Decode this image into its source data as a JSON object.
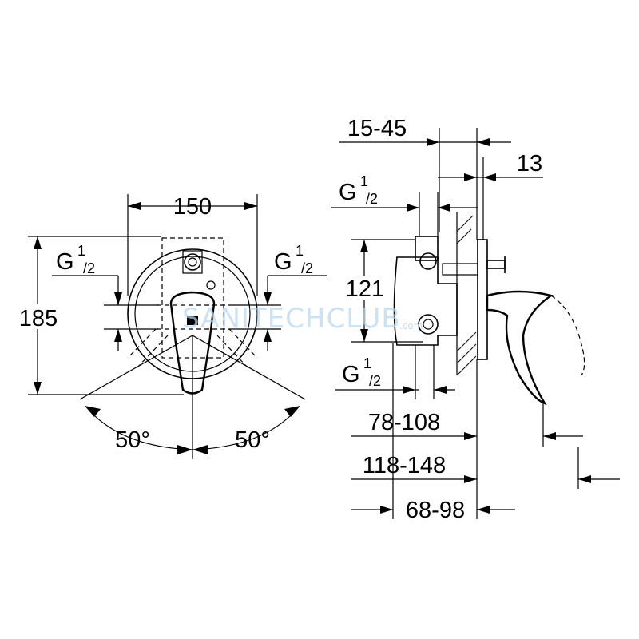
{
  "front_view": {
    "width_dim": "150",
    "height_dim": "185",
    "thread_left": {
      "main": "G",
      "sup": "1",
      "sub": "/2"
    },
    "thread_right": {
      "main": "G",
      "sup": "1",
      "sub": "/2"
    },
    "angle_left": "50°",
    "angle_right": "50°"
  },
  "side_view": {
    "wall_depth_dim": "15-45",
    "cover_dim": "13",
    "thread_top": {
      "main": "G",
      "sup": "1",
      "sub": "/2"
    },
    "thread_bottom": {
      "main": "G",
      "sup": "1",
      "sub": "/2"
    },
    "height_dim": "121",
    "depth_dim_1": "78-108",
    "depth_dim_2": "118-148",
    "depth_dim_3": "68-98"
  },
  "watermark": {
    "text": "SANITECHCLUB",
    "suffix": ".com"
  }
}
